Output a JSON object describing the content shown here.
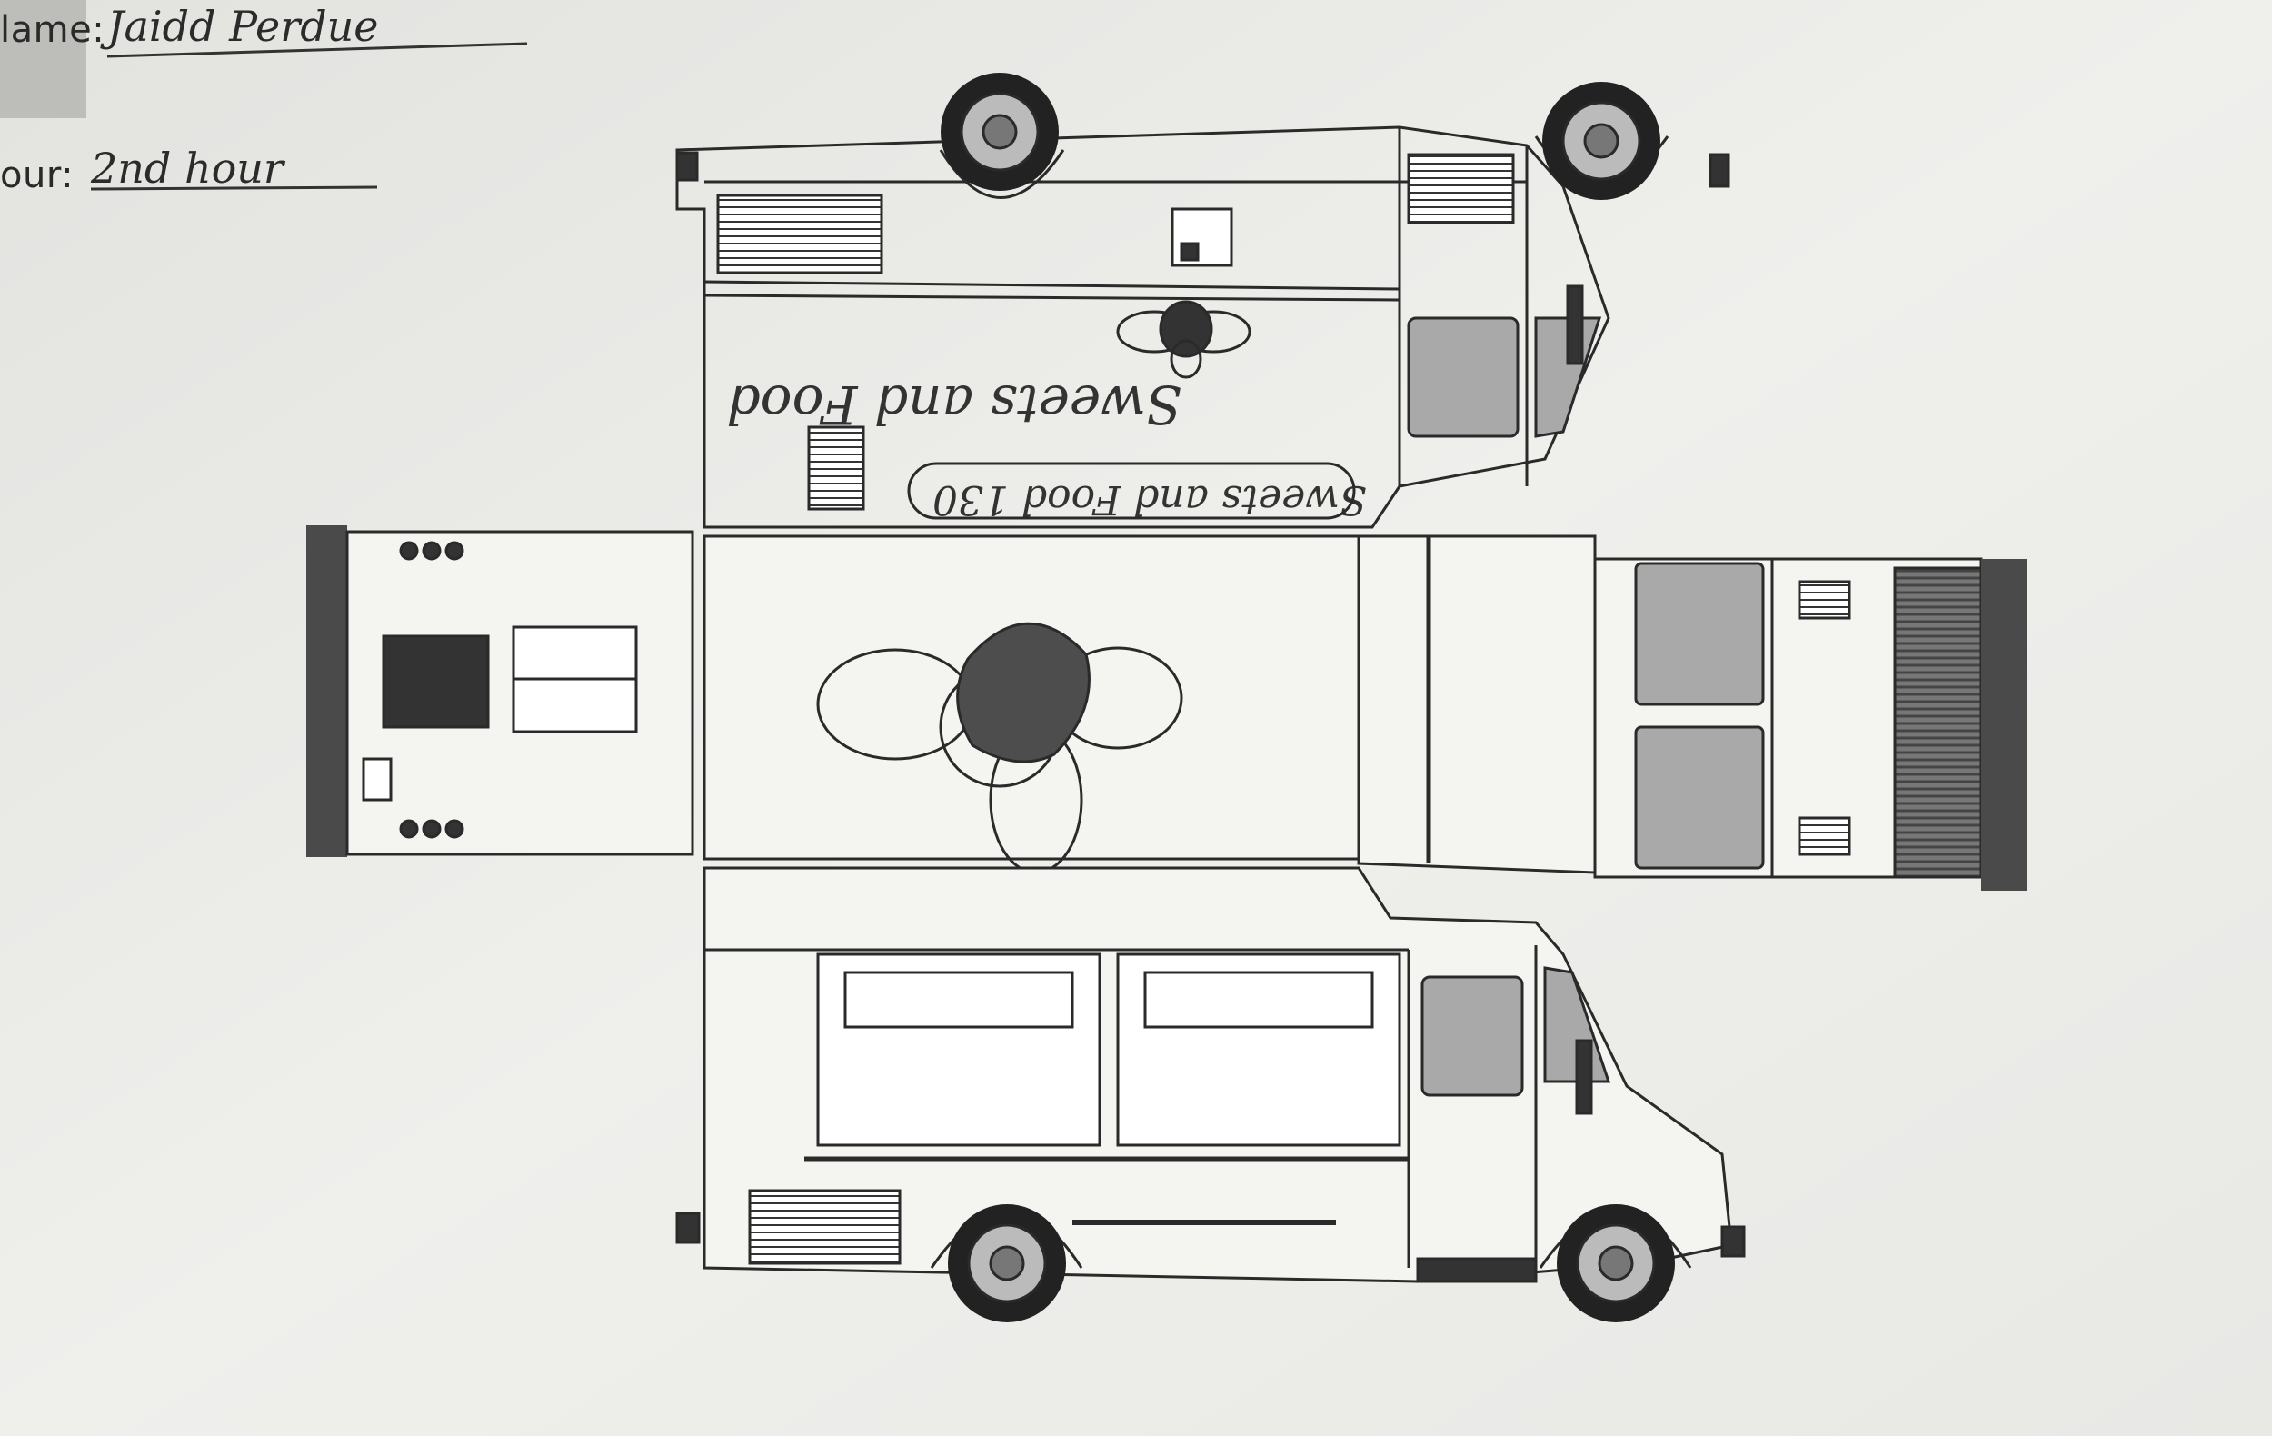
{
  "worksheet": {
    "name_label": "lame:",
    "name_value": "Jaidd Perdue",
    "hour_label": "our:",
    "hour_value": "2nd hour"
  },
  "truck": {
    "logo_text": "Sweets and Food",
    "plate_text": "Sweets and Food 130"
  },
  "colors": {
    "paper": "#efefec",
    "ink": "#2a2a2a",
    "window_gray": "#a9a9a9",
    "bumper_gray": "#4a4a4a"
  }
}
